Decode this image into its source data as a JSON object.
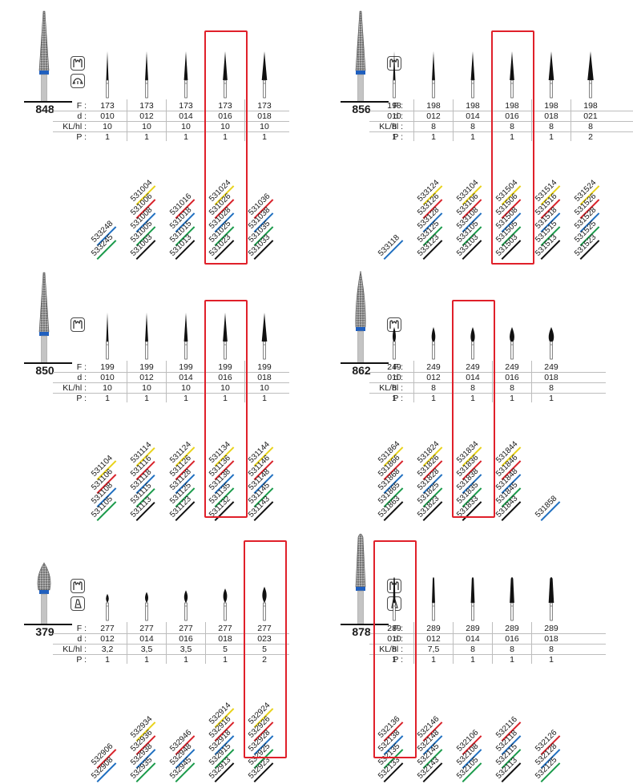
{
  "row_labels": [
    "F :",
    "d :",
    "KL/hl :",
    "P :"
  ],
  "stripe_colors": {
    "yellow": "#e8d21a",
    "red": "#d8222a",
    "blue": "#1f6fc0",
    "green": "#1a9a4a",
    "black": "#111111"
  },
  "panels": [
    {
      "model": "848",
      "icons": [
        "crown-prep-icon",
        "bridge-prep-icon"
      ],
      "columns": [
        {
          "F": "173",
          "d": "010",
          "kl": "10",
          "p": "1",
          "codes": [
            [
              "533248",
              "blue"
            ],
            [
              "533245",
              "green"
            ]
          ]
        },
        {
          "F": "173",
          "d": "012",
          "kl": "10",
          "p": "1",
          "codes": [
            [
              "531004",
              "yellow"
            ],
            [
              "531006",
              "red"
            ],
            [
              "531008",
              "blue"
            ],
            [
              "531005",
              "green"
            ],
            [
              "531003",
              "black"
            ]
          ]
        },
        {
          "F": "173",
          "d": "014",
          "kl": "10",
          "p": "1",
          "codes": [
            [
              "531016",
              "red"
            ],
            [
              "531018",
              "blue"
            ],
            [
              "531015",
              "green"
            ],
            [
              "531013",
              "black"
            ]
          ]
        },
        {
          "F": "173",
          "d": "016",
          "kl": "10",
          "p": "1",
          "codes": [
            [
              "531024",
              "yellow"
            ],
            [
              "531026",
              "red"
            ],
            [
              "531028",
              "blue"
            ],
            [
              "531025",
              "green"
            ],
            [
              "531023",
              "black"
            ]
          ]
        },
        {
          "F": "173",
          "d": "018",
          "kl": "10",
          "p": "1",
          "codes": [
            [
              "531036",
              "red"
            ],
            [
              "531038",
              "blue"
            ],
            [
              "531035",
              "green"
            ],
            [
              "531033",
              "black"
            ]
          ]
        }
      ]
    },
    {
      "model": "856",
      "icons": [
        "crown-prep-icon"
      ],
      "columns": [
        {
          "F": "198",
          "d": "010",
          "kl": "8",
          "p": "1",
          "codes": [
            [
              "533118",
              "blue"
            ]
          ]
        },
        {
          "F": "198",
          "d": "012",
          "kl": "8",
          "p": "1",
          "codes": [
            [
              "533124",
              "yellow"
            ],
            [
              "533126",
              "red"
            ],
            [
              "533128",
              "blue"
            ],
            [
              "533125",
              "green"
            ],
            [
              "533123",
              "black"
            ]
          ]
        },
        {
          "F": "198",
          "d": "014",
          "kl": "8",
          "p": "1",
          "codes": [
            [
              "533104",
              "yellow"
            ],
            [
              "533106",
              "red"
            ],
            [
              "533108",
              "blue"
            ],
            [
              "533105",
              "green"
            ],
            [
              "533103",
              "black"
            ]
          ]
        },
        {
          "F": "198",
          "d": "016",
          "kl": "8",
          "p": "1",
          "codes": [
            [
              "531504",
              "yellow"
            ],
            [
              "531506",
              "red"
            ],
            [
              "531508",
              "blue"
            ],
            [
              "531505",
              "green"
            ],
            [
              "531503",
              "black"
            ]
          ]
        },
        {
          "F": "198",
          "d": "018",
          "kl": "8",
          "p": "1",
          "codes": [
            [
              "531514",
              "yellow"
            ],
            [
              "531516",
              "red"
            ],
            [
              "531518",
              "blue"
            ],
            [
              "531515",
              "green"
            ],
            [
              "531513",
              "black"
            ]
          ]
        },
        {
          "F": "198",
          "d": "021",
          "kl": "8",
          "p": "2",
          "codes": [
            [
              "531524",
              "yellow"
            ],
            [
              "531526",
              "red"
            ],
            [
              "531528",
              "blue"
            ],
            [
              "531525",
              "green"
            ],
            [
              "531523",
              "black"
            ]
          ]
        }
      ]
    },
    {
      "model": "850",
      "icons": [
        "crown-prep-icon"
      ],
      "columns": [
        {
          "F": "199",
          "d": "010",
          "kl": "10",
          "p": "1",
          "codes": [
            [
              "531104",
              "yellow"
            ],
            [
              "531106",
              "red"
            ],
            [
              "531108",
              "blue"
            ],
            [
              "531105",
              "green"
            ]
          ]
        },
        {
          "F": "199",
          "d": "012",
          "kl": "10",
          "p": "1",
          "codes": [
            [
              "531114",
              "yellow"
            ],
            [
              "531116",
              "red"
            ],
            [
              "531118",
              "blue"
            ],
            [
              "531115",
              "green"
            ],
            [
              "531113",
              "black"
            ]
          ]
        },
        {
          "F": "199",
          "d": "014",
          "kl": "10",
          "p": "1",
          "codes": [
            [
              "531124",
              "yellow"
            ],
            [
              "531126",
              "red"
            ],
            [
              "531128",
              "blue"
            ],
            [
              "531125",
              "green"
            ],
            [
              "531123",
              "black"
            ]
          ]
        },
        {
          "F": "199",
          "d": "016",
          "kl": "10",
          "p": "1",
          "codes": [
            [
              "531134",
              "yellow"
            ],
            [
              "531136",
              "red"
            ],
            [
              "531138",
              "blue"
            ],
            [
              "531135",
              "green"
            ],
            [
              "531132",
              "black"
            ]
          ]
        },
        {
          "F": "199",
          "d": "018",
          "kl": "10",
          "p": "1",
          "codes": [
            [
              "531144",
              "yellow"
            ],
            [
              "531146",
              "red"
            ],
            [
              "531148",
              "blue"
            ],
            [
              "531145",
              "green"
            ],
            [
              "531143",
              "black"
            ]
          ]
        }
      ]
    },
    {
      "model": "862",
      "icons": [
        "crown-prep-icon"
      ],
      "columns": [
        {
          "F": "249",
          "d": "010",
          "kl": "8",
          "p": "1",
          "codes": [
            [
              "531864",
              "yellow"
            ],
            [
              "531866",
              "red"
            ],
            [
              "531868",
              "blue"
            ],
            [
              "531865",
              "green"
            ],
            [
              "531863",
              "black"
            ]
          ]
        },
        {
          "F": "249",
          "d": "012",
          "kl": "8",
          "p": "1",
          "codes": [
            [
              "531824",
              "yellow"
            ],
            [
              "531826",
              "red"
            ],
            [
              "531828",
              "blue"
            ],
            [
              "531825",
              "green"
            ],
            [
              "531823",
              "black"
            ]
          ]
        },
        {
          "F": "249",
          "d": "014",
          "kl": "8",
          "p": "1",
          "codes": [
            [
              "531834",
              "yellow"
            ],
            [
              "531836",
              "red"
            ],
            [
              "531838",
              "blue"
            ],
            [
              "531835",
              "green"
            ],
            [
              "531833",
              "black"
            ]
          ]
        },
        {
          "F": "249",
          "d": "016",
          "kl": "8",
          "p": "1",
          "codes": [
            [
              "531844",
              "yellow"
            ],
            [
              "531846",
              "red"
            ],
            [
              "531848",
              "blue"
            ],
            [
              "531845",
              "green"
            ],
            [
              "531843",
              "black"
            ]
          ]
        },
        {
          "F": "249",
          "d": "018",
          "kl": "8",
          "p": "1",
          "codes": [
            [
              "531858",
              "blue"
            ]
          ]
        }
      ]
    },
    {
      "model": "379",
      "icons": [
        "crown-prep-icon",
        "anterior-tooth-icon"
      ],
      "columns": [
        {
          "F": "277",
          "d": "012",
          "kl": "3,2",
          "p": "1",
          "codes": [
            [
              "532906",
              "red"
            ],
            [
              "532908",
              "blue"
            ]
          ]
        },
        {
          "F": "277",
          "d": "014",
          "kl": "3,5",
          "p": "1",
          "codes": [
            [
              "532934",
              "yellow"
            ],
            [
              "532936",
              "red"
            ],
            [
              "532938",
              "blue"
            ],
            [
              "532935",
              "green"
            ]
          ]
        },
        {
          "F": "277",
          "d": "016",
          "kl": "3,5",
          "p": "1",
          "codes": [
            [
              "532946",
              "red"
            ],
            [
              "532948",
              "blue"
            ],
            [
              "532945",
              "green"
            ]
          ]
        },
        {
          "F": "277",
          "d": "018",
          "kl": "5",
          "p": "1",
          "codes": [
            [
              "532914",
              "yellow"
            ],
            [
              "532916",
              "red"
            ],
            [
              "532918",
              "blue"
            ],
            [
              "532915",
              "green"
            ],
            [
              "532913",
              "black"
            ]
          ]
        },
        {
          "F": "277",
          "d": "023",
          "kl": "5",
          "p": "2",
          "codes": [
            [
              "532924",
              "yellow"
            ],
            [
              "532926",
              "red"
            ],
            [
              "532928",
              "blue"
            ],
            [
              "532925",
              "green"
            ],
            [
              "532923",
              "black"
            ]
          ]
        }
      ]
    },
    {
      "model": "878",
      "icons": [
        "crown-prep-icon",
        "anterior-tooth-icon"
      ],
      "columns": [
        {
          "F": "289",
          "d": "010",
          "kl": "8",
          "p": "1",
          "codes": [
            [
              "532136",
              "red"
            ],
            [
              "532138",
              "blue"
            ],
            [
              "532135",
              "green"
            ],
            [
              "532133",
              "black"
            ]
          ]
        },
        {
          "F": "289",
          "d": "012",
          "kl": "7,5",
          "p": "1",
          "codes": [
            [
              "532146",
              "red"
            ],
            [
              "532148",
              "blue"
            ],
            [
              "532145",
              "green"
            ],
            [
              "532143",
              "black"
            ]
          ]
        },
        {
          "F": "289",
          "d": "014",
          "kl": "8",
          "p": "1",
          "codes": [
            [
              "532106",
              "red"
            ],
            [
              "532108",
              "blue"
            ],
            [
              "532105",
              "green"
            ]
          ]
        },
        {
          "F": "289",
          "d": "016",
          "kl": "8",
          "p": "1",
          "codes": [
            [
              "532116",
              "red"
            ],
            [
              "532118",
              "blue"
            ],
            [
              "532115",
              "green"
            ],
            [
              "532113",
              "black"
            ]
          ]
        },
        {
          "F": "289",
          "d": "018",
          "kl": "8",
          "p": "1",
          "codes": [
            [
              "532126",
              "red"
            ],
            [
              "532128",
              "blue"
            ],
            [
              "532125",
              "green"
            ]
          ]
        }
      ]
    }
  ]
}
